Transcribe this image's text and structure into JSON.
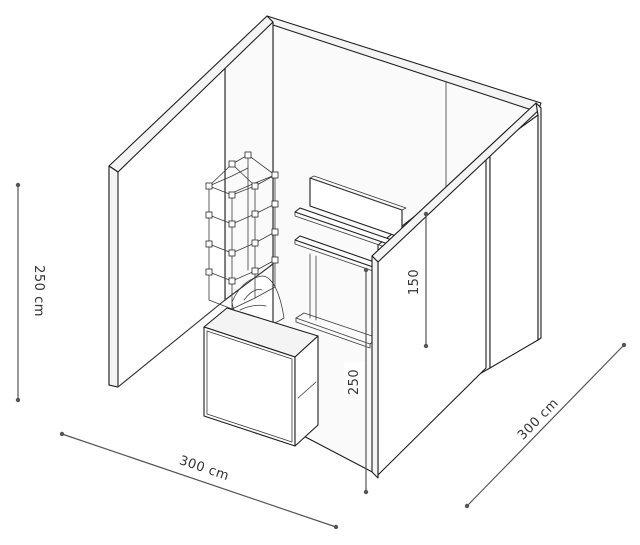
{
  "dimensions": {
    "height_left": "250 cm",
    "width_front": "300 cm",
    "depth_right": "300 cm",
    "panel_height": "250",
    "shelf_height": "150"
  }
}
